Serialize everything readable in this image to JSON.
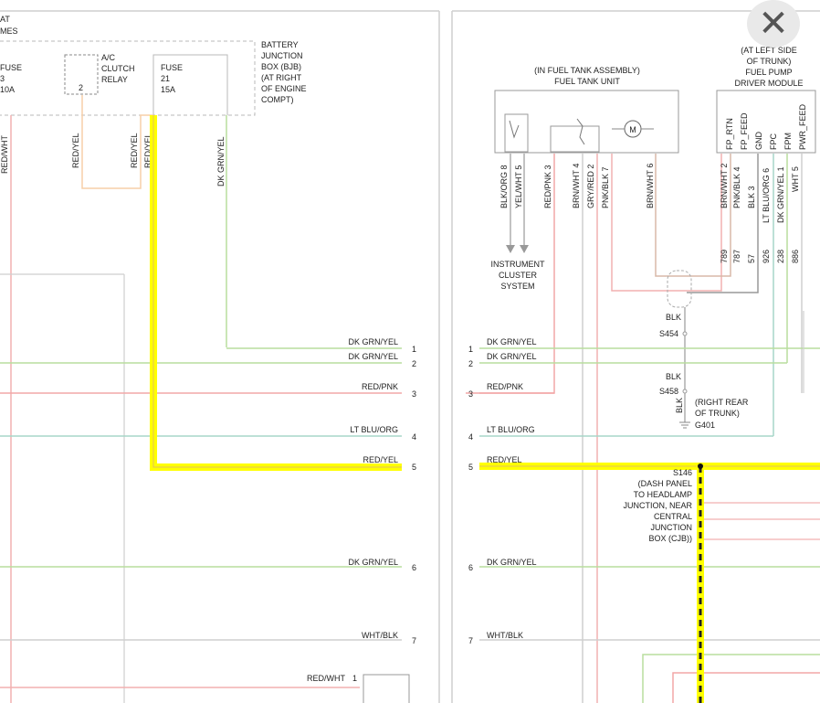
{
  "left_panel": {
    "header_text": [
      "AT",
      "MES"
    ],
    "fuse_left": {
      "title": "FUSE",
      "number": "3",
      "rating": "10A"
    },
    "ac_relay": {
      "label": [
        "A/C",
        "CLUTCH",
        "RELAY"
      ],
      "pin": "2"
    },
    "fuse_21": {
      "title": "FUSE",
      "number": "21",
      "rating": "15A"
    },
    "bjb_label": [
      "BATTERY",
      "JUNCTION",
      "BOX (BJB)",
      "(AT RIGHT",
      "OF ENGINE",
      "COMPT)"
    ],
    "vertical_wires": [
      "RED/WHT",
      "RED/YEL",
      "RED/YEL",
      "RED/YEL",
      "DK GRN/YEL"
    ],
    "rows": [
      {
        "label": "DK GRN/YEL",
        "pin": "1"
      },
      {
        "label": "DK GRN/YEL",
        "pin": "2"
      },
      {
        "label": "RED/PNK",
        "pin": "3"
      },
      {
        "label": "LT BLU/ORG",
        "pin": "4"
      },
      {
        "label": "RED/YEL",
        "pin": "5"
      },
      {
        "label": "DK GRN/YEL",
        "pin": "6"
      },
      {
        "label": "WHT/BLK",
        "pin": "7"
      }
    ],
    "bottom_wire": {
      "label": "RED/WHT",
      "pin": "1"
    }
  },
  "right_panel": {
    "fuel_tank_caption": [
      "(IN FUEL TANK ASSEMBLY)",
      "FUEL TANK UNIT"
    ],
    "motor_symbol": "M",
    "fuel_tank_pins": [
      "BLK/ORG 8",
      "YEL/WHT 5",
      "RED/PNK 3",
      "BRN/WHT 4",
      "GRY/RED 2",
      "PNK/BLK 7",
      "BRN/WHT 6"
    ],
    "instrument_cluster": [
      "INSTRUMENT",
      "CLUSTER",
      "SYSTEM"
    ],
    "fpdm_caption": [
      "(AT LEFT SIDE",
      "OF TRUNK)",
      "FUEL PUMP",
      "DRIVER MODULE"
    ],
    "fpdm_functions": [
      "FP_RTN",
      "FP_FEED",
      "GND",
      "FPC",
      "FPM",
      "PWR_FEED"
    ],
    "fpdm_pins": [
      "BRN/WHT 2",
      "PNK/BLK 4",
      "BLK 3",
      "LT BLU/ORG 6",
      "DK GRN/YEL 1",
      "WHT 5"
    ],
    "circuit_numbers": [
      "789",
      "787",
      "57",
      "926",
      "238",
      "886"
    ],
    "splices": [
      {
        "wire": "BLK",
        "id": "S454"
      },
      {
        "wire": "BLK",
        "id": "S458"
      }
    ],
    "ground_wire": "BLK",
    "ground_location": [
      "(RIGHT REAR",
      "OF TRUNK)"
    ],
    "ground_id": "G401",
    "rows": [
      {
        "label": "DK GRN/YEL",
        "pin": "1"
      },
      {
        "label": "DK GRN/YEL",
        "pin": "2"
      },
      {
        "label": "RED/PNK",
        "pin": "3"
      },
      {
        "label": "LT BLU/ORG",
        "pin": "4"
      },
      {
        "label": "RED/YEL",
        "pin": "5"
      },
      {
        "label": "DK GRN/YEL",
        "pin": "6"
      },
      {
        "label": "WHT/BLK",
        "pin": "7"
      }
    ],
    "s146": [
      "S146",
      "(DASH PANEL",
      "TO HEADLAMP",
      "JUNCTION, NEAR",
      "CENTRAL",
      "JUNCTION",
      "BOX (CJB))"
    ]
  },
  "close_button": {
    "icon": "close-icon",
    "glyph": "✕"
  },
  "colors": {
    "highlight": "#ffff00",
    "dk_grn_yel": "#b9dd9e",
    "red_pnk": "#f2a7a7",
    "lt_blu_org": "#a7d6c8",
    "red_yel": "#f7cfa8",
    "gray": "#cfcfcf",
    "line": "#999999"
  }
}
